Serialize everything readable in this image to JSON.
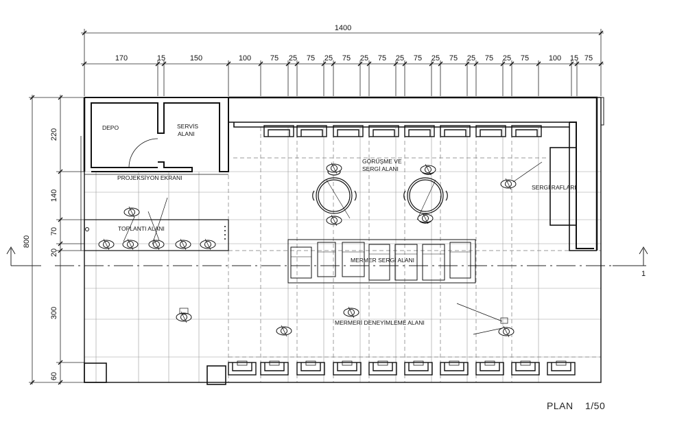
{
  "dimensions": {
    "overall_width": "1400",
    "top": [
      "170",
      "15",
      "150",
      "100",
      "75",
      "25",
      "75",
      "25",
      "75",
      "25",
      "75",
      "25",
      "75",
      "25",
      "75",
      "25",
      "75",
      "25",
      "75",
      "100",
      "15",
      "75"
    ],
    "left": [
      "220",
      "140",
      "70",
      "20",
      "300",
      "60"
    ],
    "overall_height": "800"
  },
  "labels": {
    "depo": "DEPO",
    "servis_line1": "SERVİS",
    "servis_line2": "ALANI",
    "projeksiyon": "PROJEKSİYON EKRANI",
    "toplanti": "TOPLANTI ALANI",
    "gorusme_line1": "GÖRÜŞME VE",
    "gorusme_line2": "SERGİ ALANI",
    "sergi_raflari": "SERGİ RAFLARI",
    "mermer_sergi": "MERMER SERGİ ALANI",
    "mermer_deneyim": "MERMERİ DENEYİMLEME ALANI"
  },
  "section_marker": "1",
  "plan_title": "PLAN",
  "scale": "1/50"
}
